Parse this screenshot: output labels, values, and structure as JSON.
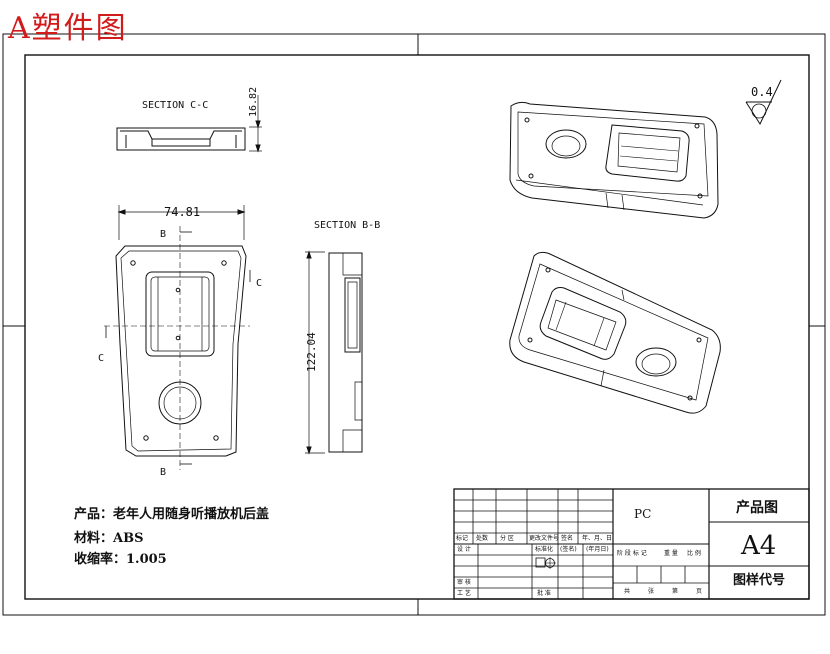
{
  "stamp": "A塑件图",
  "sections": {
    "cc_label": "SECTION C-C",
    "bb_label": "SECTION B-B",
    "dim_width": "74.81",
    "dim_height": "122.04",
    "dim_depth": "16.82",
    "cut_b": "B",
    "cut_c": "C"
  },
  "roughness": "0.4",
  "notes": {
    "product": "产品：老年人用随身听播放机后盖",
    "material": "材料：ABS",
    "shrinkage": "收缩率：1.005"
  },
  "title_block": {
    "material_code": "PC",
    "drawing_kind": "产品图",
    "sheet_size": "A4",
    "drawing_code_label": "图样代号",
    "row1": [
      "标记",
      "处数",
      "分 区",
      "更改文件号",
      "签名",
      "年、月、日"
    ],
    "row2": [
      "设 计",
      "",
      "标准化",
      "(签名)",
      "(年月日)"
    ],
    "stage_row": [
      "阶 段 标 记",
      "重 量",
      "比 例"
    ],
    "check_label": "审 核",
    "process_label": "工 艺",
    "approve_label": "批 准",
    "sheet_row": [
      "共",
      "张",
      "第",
      "页"
    ]
  }
}
